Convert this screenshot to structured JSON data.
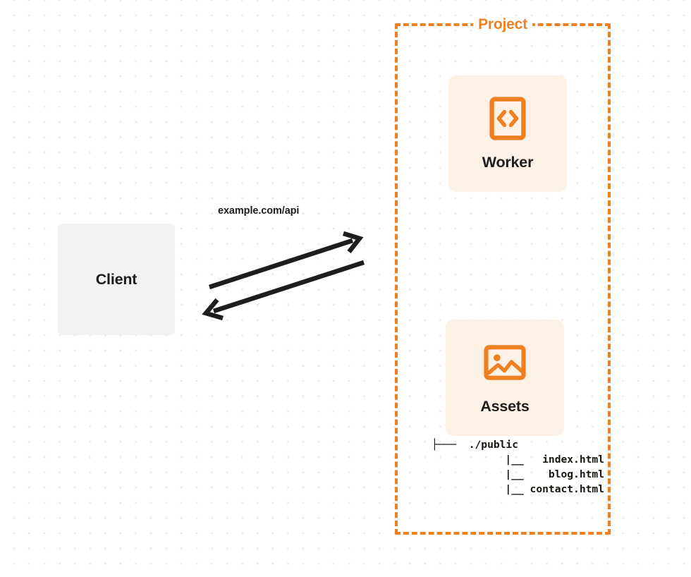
{
  "diagram": {
    "type": "architecture-flow",
    "background": {
      "style": "dot-grid",
      "dot_color": "#e9e9ea",
      "page_color": "#ffffff"
    },
    "palette": {
      "orange": "#ef8022",
      "card_fill": "#fdf1e6",
      "client_fill": "#f2f2f3",
      "text": "#1d1d1f",
      "arrow": "#1d1d1f"
    }
  },
  "client": {
    "label": "Client"
  },
  "connector": {
    "label": "example.com/api",
    "request_direction": "client-to-project",
    "response_direction": "project-to-client",
    "arrow_color": "#1d1d1f"
  },
  "project": {
    "title": "Project",
    "border_color": "#ef8022",
    "border_style": "dashed",
    "services": [
      {
        "id": "worker",
        "label": "Worker",
        "icon": "code-brackets-icon",
        "icon_color": "#ef8022",
        "card_color": "#fdf1e6"
      },
      {
        "id": "assets",
        "label": "Assets",
        "icon": "image-icon",
        "icon_color": "#ef8022",
        "card_color": "#fdf1e6"
      }
    ],
    "file_tree": [
      {
        "prefix": "├───",
        "name": "./public",
        "level": 0
      },
      {
        "prefix": "|__",
        "name": "index.html",
        "level": 1
      },
      {
        "prefix": "|__",
        "name": "blog.html",
        "level": 1
      },
      {
        "prefix": "|__",
        "name": "contact.html",
        "level": 1
      }
    ],
    "file_tree_lines": [
      "├───  ./public",
      "|__   index.html",
      "|__    blog.html",
      "|__ contact.html"
    ]
  }
}
